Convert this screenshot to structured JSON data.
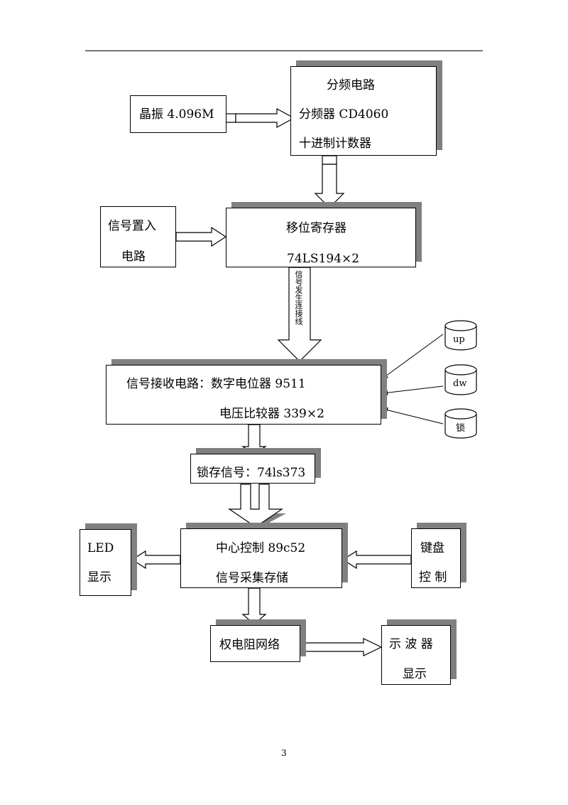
{
  "diagram": {
    "crystal": "晶振 4.096M",
    "divider": {
      "line1": "分频电路",
      "line2": "分频器 CD4060",
      "line3": "十进制计数器"
    },
    "signal_in": {
      "line1": "信号置入",
      "line2": "电路"
    },
    "shift": {
      "line1": "移位寄存器",
      "line2": "74LS194×2"
    },
    "wire_label": "信号发生连接线",
    "receiver": {
      "line1": "信号接收电路：数字电位器 9511",
      "line2": "电压比较器 339×2"
    },
    "inputs": {
      "up": "up",
      "dw": "dw",
      "lock": "锁"
    },
    "latch": "锁存信号：74ls373",
    "led": {
      "line1": "LED",
      "line2": "显示"
    },
    "cpu": {
      "line1": "中心控制 89c52",
      "line2": "信号采集存储"
    },
    "keyboard": {
      "line1": "键盘",
      "line2": "控  制"
    },
    "resistor": "权电阻网络",
    "scope": {
      "line1": "示  波  器",
      "line2": "显示"
    }
  },
  "page_number": "3"
}
